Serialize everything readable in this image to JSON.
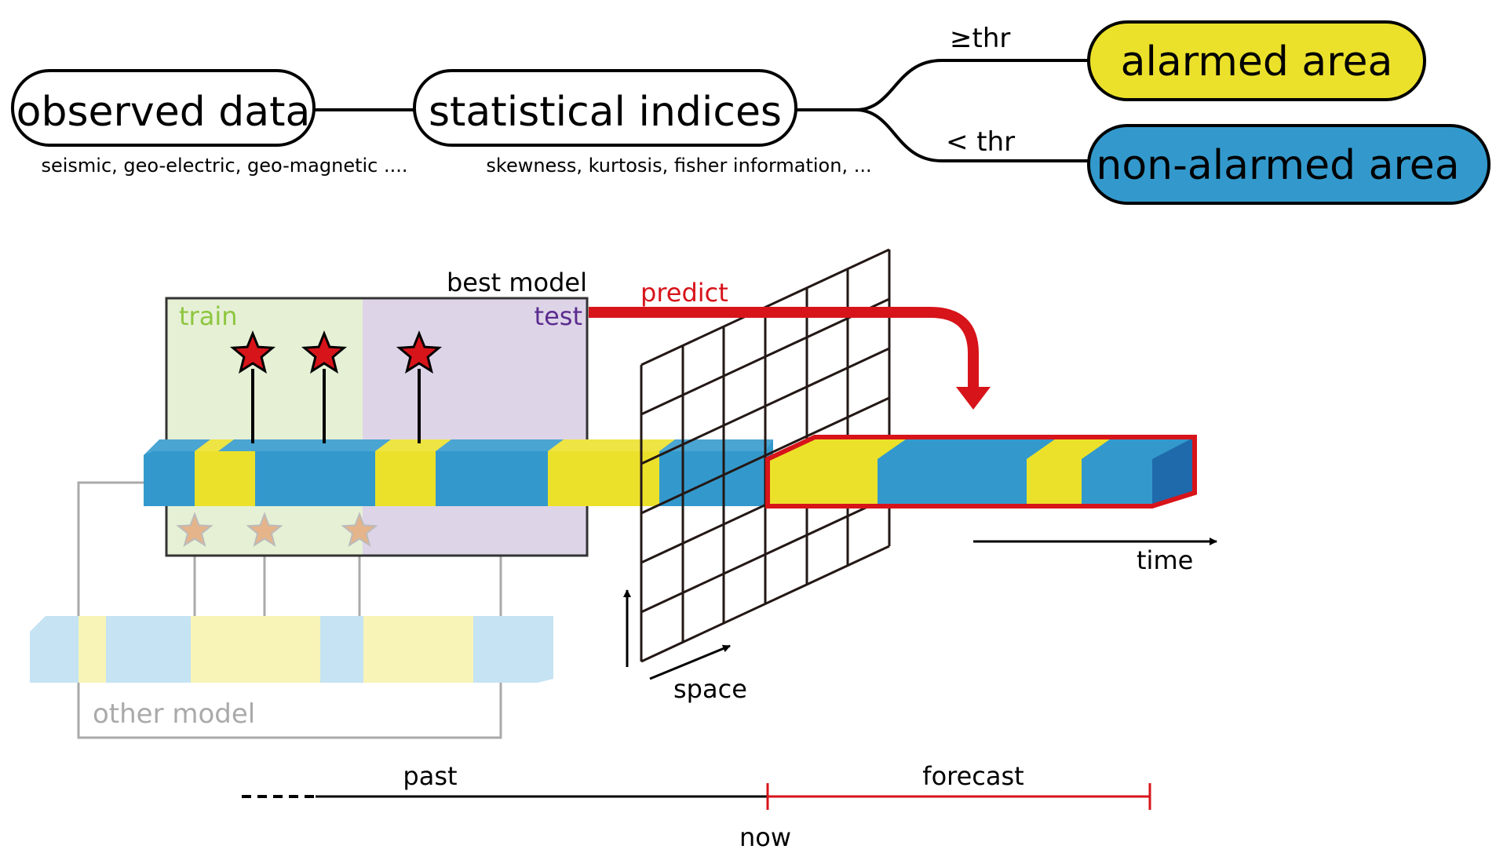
{
  "flow": {
    "observed": {
      "label": "observed data",
      "sub": "seismic, geo-electric, geo-magnetic ...."
    },
    "indices": {
      "label": "statistical indices",
      "sub": "skewness, kurtosis, fisher information, ..."
    },
    "ge_thr": "≥thr",
    "lt_thr": "< thr",
    "alarmed": "alarmed area",
    "non_alarmed": "non-alarmed area"
  },
  "model": {
    "best": "best model",
    "train": "train",
    "test": "test",
    "predict": "predict",
    "other": "other model"
  },
  "axes": {
    "time": "time",
    "space": "space",
    "past": "past",
    "forecast": "forecast",
    "now": "now"
  },
  "colors": {
    "yellow": "#ECE12A",
    "blue": "#3399CC",
    "dark_blue": "#1F6AAA",
    "red": "#D7141A",
    "train_bg": "#E6F0D5",
    "test_bg": "#DED4E8",
    "train_text": "#8DC63F",
    "test_text": "#5B2C8F",
    "pale_yellow": "#F8F4B8",
    "pale_blue": "#C5E3F2",
    "gray": "#AAAAAA"
  }
}
